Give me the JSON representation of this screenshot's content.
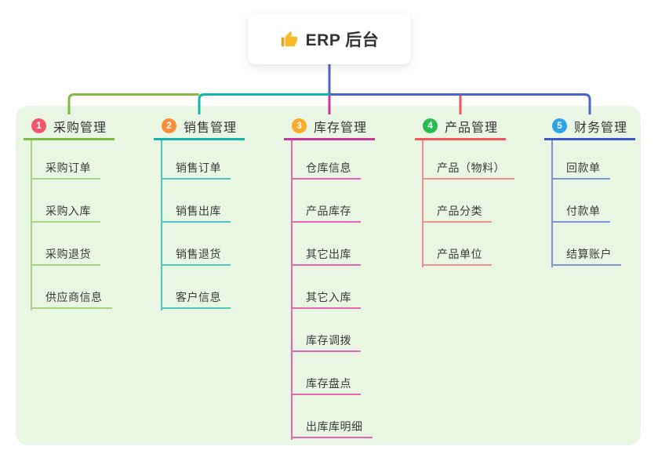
{
  "root": {
    "icon": "thumbs-up",
    "label": "ERP 后台"
  },
  "branches": [
    {
      "num": "1",
      "label": "采购管理",
      "colors": {
        "badge": "#f1566d",
        "main": "#82ba43",
        "light": "#a9d383"
      },
      "children": [
        "采购订单",
        "采购入库",
        "采购退货",
        "供应商信息"
      ]
    },
    {
      "num": "2",
      "label": "销售管理",
      "colors": {
        "badge": "#f98e3d",
        "main": "#12b5ac",
        "light": "#4cc8bf"
      },
      "children": [
        "销售订单",
        "销售出库",
        "销售退货",
        "客户信息"
      ]
    },
    {
      "num": "3",
      "label": "库存管理",
      "colors": {
        "badge": "#fbab2c",
        "main": "#c9379b",
        "light": "#e666b4"
      },
      "children": [
        "仓库信息",
        "产品库存",
        "其它出库",
        "其它入库",
        "库存调拨",
        "库存盘点",
        "出库库明细"
      ]
    },
    {
      "num": "4",
      "label": "产品管理",
      "colors": {
        "badge": "#27bd51",
        "main": "#f2555b",
        "light": "#f68f8c"
      },
      "children": [
        "产品（物料）",
        "产品分类",
        "产品单位"
      ]
    },
    {
      "num": "5",
      "label": "财务管理",
      "colors": {
        "badge": "#2aa3e8",
        "main": "#3d58cb",
        "light": "#7e93da"
      },
      "children": [
        "回款单",
        "付款单",
        "结算账户"
      ]
    }
  ],
  "connector_colors": {
    "trunk_blue": "#5164c9",
    "rail_green": "#82ba43",
    "rail_teal": "#12b5ac",
    "rail_blue": "#4f63c9",
    "drop_magenta": "#c9379b",
    "drop_red": "#f2555b"
  },
  "canvas": {
    "page_background": "#ffffff",
    "panel_background": "#eaf6e4",
    "emoji_yellow": "#f7b928"
  }
}
